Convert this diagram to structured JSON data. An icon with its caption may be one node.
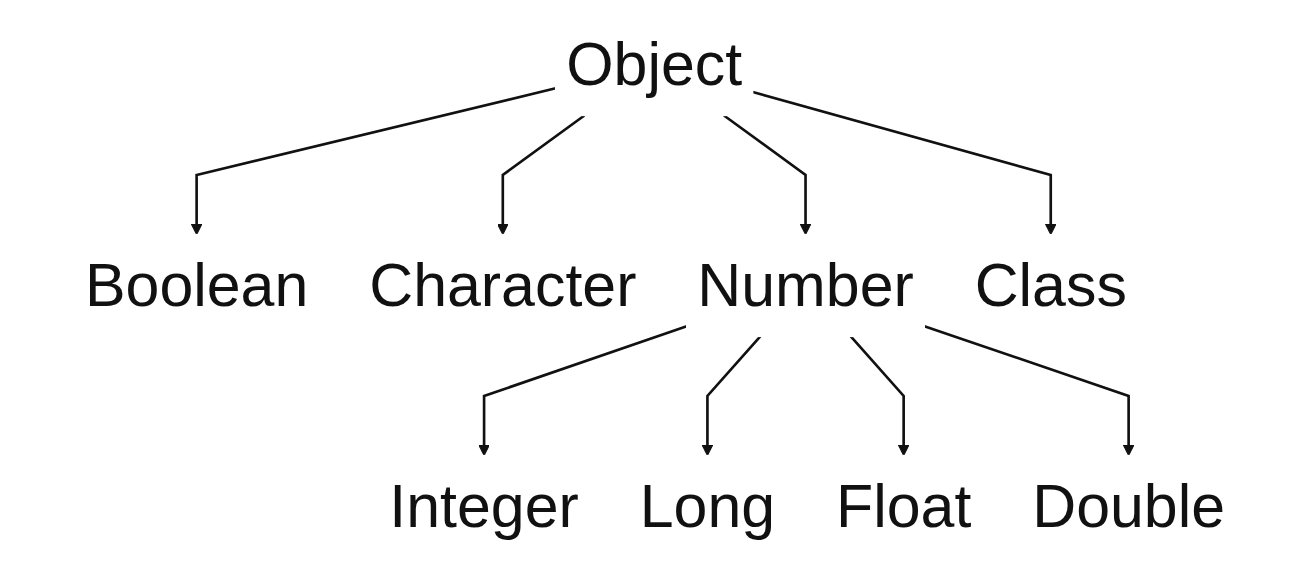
{
  "diagram": {
    "nodes": [
      {
        "text": [
          "Object"
        ]
      },
      {
        "text": [
          "Boolean"
        ]
      },
      {
        "text": [
          "Character"
        ]
      },
      {
        "text": [
          "Number"
        ]
      },
      {
        "text": [
          "Class"
        ]
      },
      {
        "text": [
          "Integer"
        ]
      },
      {
        "text": [
          "Long"
        ]
      },
      {
        "text": [
          "Float"
        ]
      },
      {
        "text": [
          "Double"
        ]
      }
    ],
    "edges": [
      {
        "from": 0,
        "to": 1,
        "arrow": "to"
      },
      {
        "from": 0,
        "to": 2,
        "arrow": "to"
      },
      {
        "from": 0,
        "to": 3,
        "arrow": "to"
      },
      {
        "from": 0,
        "to": 4,
        "arrow": "to"
      },
      {
        "from": 3,
        "to": 5,
        "arrow": "to"
      },
      {
        "from": 3,
        "to": 6,
        "arrow": "to"
      },
      {
        "from": 3,
        "to": 7,
        "arrow": "to"
      },
      {
        "from": 3,
        "to": 8,
        "arrow": "to"
      }
    ]
  }
}
